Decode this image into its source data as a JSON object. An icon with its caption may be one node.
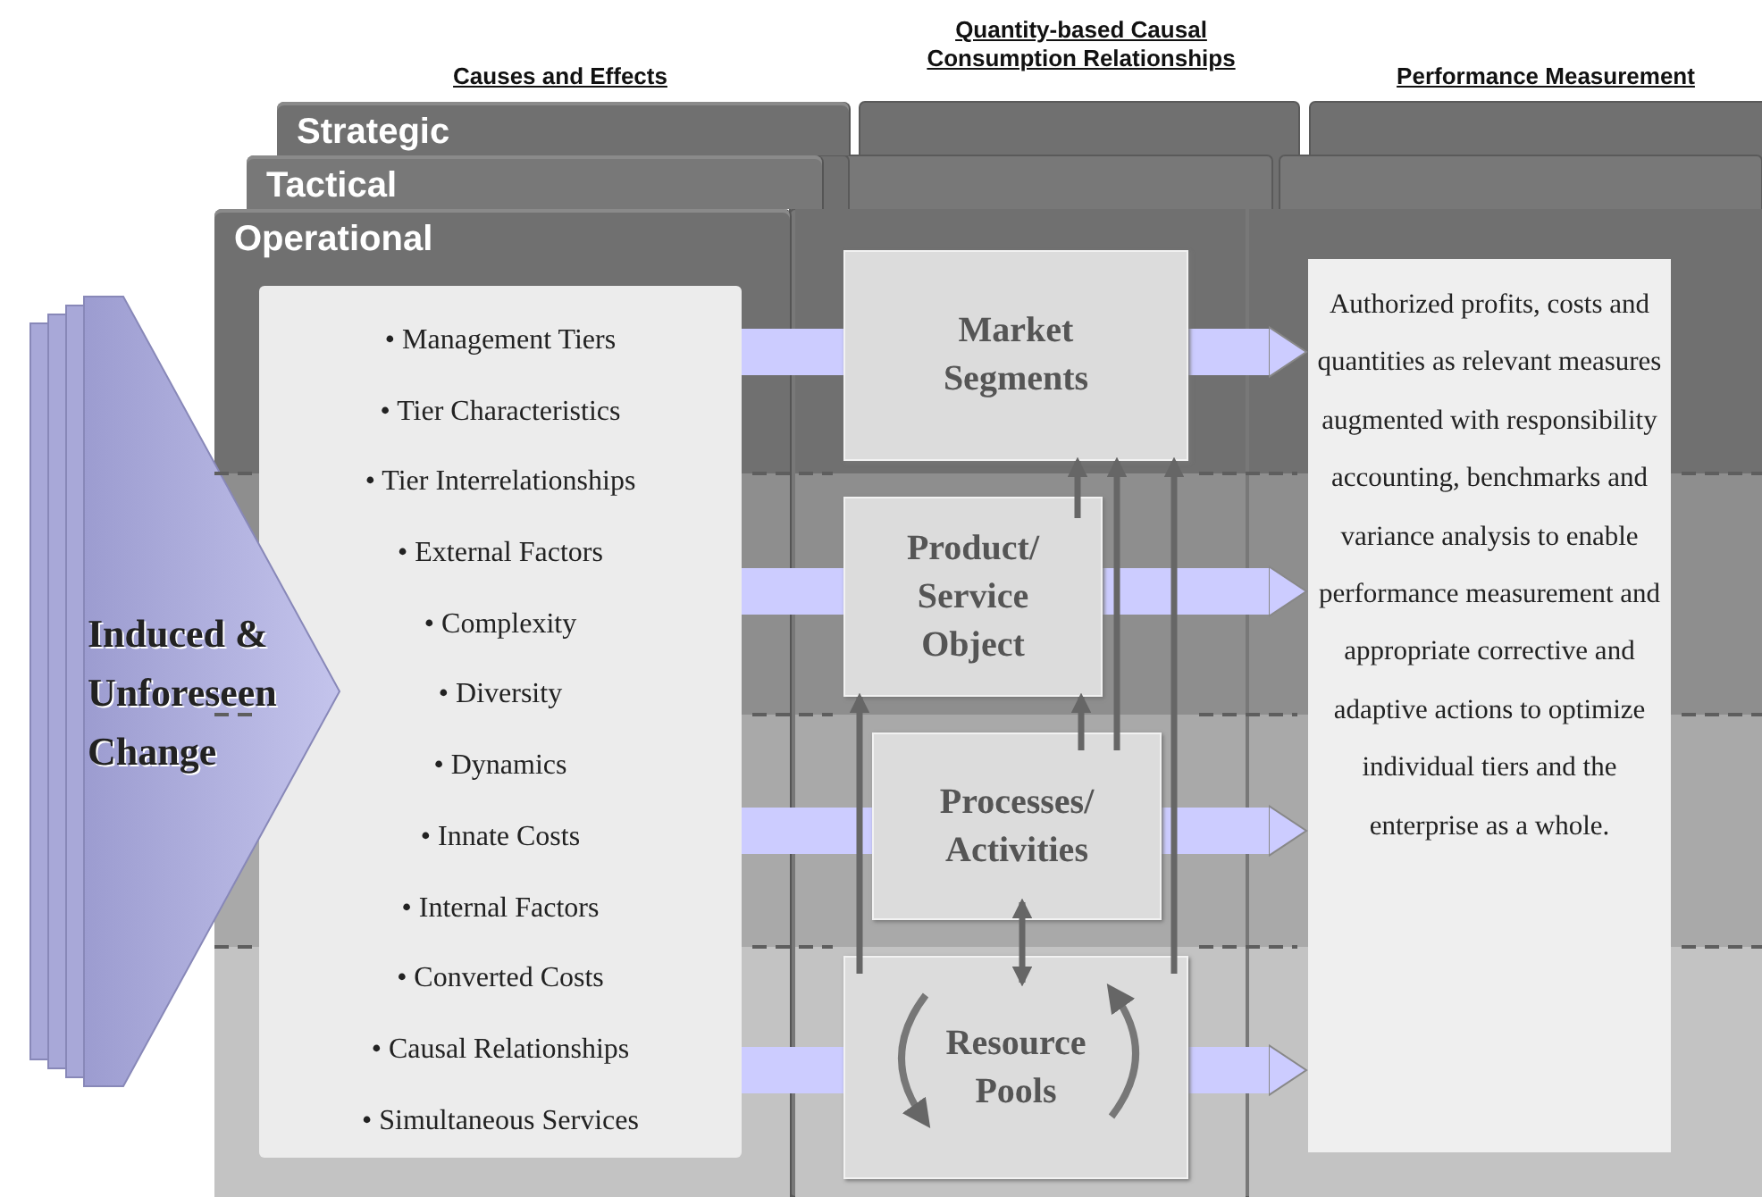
{
  "diagram": {
    "nodes": [
      {
        "text": [
          "Strategic"
        ]
      },
      {
        "text": [
          "Tactical"
        ]
      },
      {
        "text": [
          "Operational"
        ]
      },
      {
        "text": [
          "• Management Tiers",
          "• Tier Characteristics",
          "• Tier Interrelationships",
          "• External Factors",
          "• Complexity",
          "• Diversity",
          "• Dynamics",
          "• Innate Costs",
          "• Internal Factors",
          "• Converted Costs",
          "• Causal Relationships",
          "• Simultaneous Services"
        ],
        "in": 2
      },
      {
        "text": [
          "Market Segments"
        ]
      },
      {
        "text": [
          "Product/ Service Object"
        ]
      },
      {
        "text": [
          "Processes/ Activities"
        ]
      },
      {
        "text": [
          "Resource Pools"
        ]
      },
      {
        "text": [
          "Authorized profits, costs and quantities as relevant measures augmented with responsibility accounting, benchmarks and variance analysis to enable performance measurement and appropriate corrective and adaptive actions to optimize individual tiers and the enterprise as a whole."
        ]
      },
      {
        "text": [
          "Induced & Unforeseen Change"
        ]
      }
    ],
    "edges": [
      {
        "from": 3,
        "to": 4,
        "arrow": "none"
      },
      {
        "from": 4,
        "to": 8,
        "arrow": "to"
      },
      {
        "from": 3,
        "to": 5,
        "arrow": "none"
      },
      {
        "from": 5,
        "to": 8,
        "arrow": "to"
      },
      {
        "from": 3,
        "to": 6,
        "arrow": "none"
      },
      {
        "from": 6,
        "to": 8,
        "arrow": "to"
      },
      {
        "from": 3,
        "to": 7,
        "arrow": "none"
      },
      {
        "from": 7,
        "to": 8,
        "arrow": "to"
      },
      {
        "from": 7,
        "to": 5,
        "arrow": "to",
        "color": "#666666"
      },
      {
        "from": 7,
        "to": 4,
        "arrow": "to",
        "color": "#666666"
      },
      {
        "from": 6,
        "to": 5,
        "arrow": "to",
        "color": "#666666"
      },
      {
        "from": 6,
        "to": 4,
        "arrow": "to",
        "color": "#666666"
      },
      {
        "from": 5,
        "to": 4,
        "arrow": "to",
        "color": "#666666"
      },
      {
        "from": 6,
        "to": 7,
        "arrow": "both",
        "color": "#666666"
      }
    ],
    "labels": [
      "Causes and Effects",
      "Quantity-based Causal Consumption Relationships",
      "Performance Measurement"
    ]
  }
}
